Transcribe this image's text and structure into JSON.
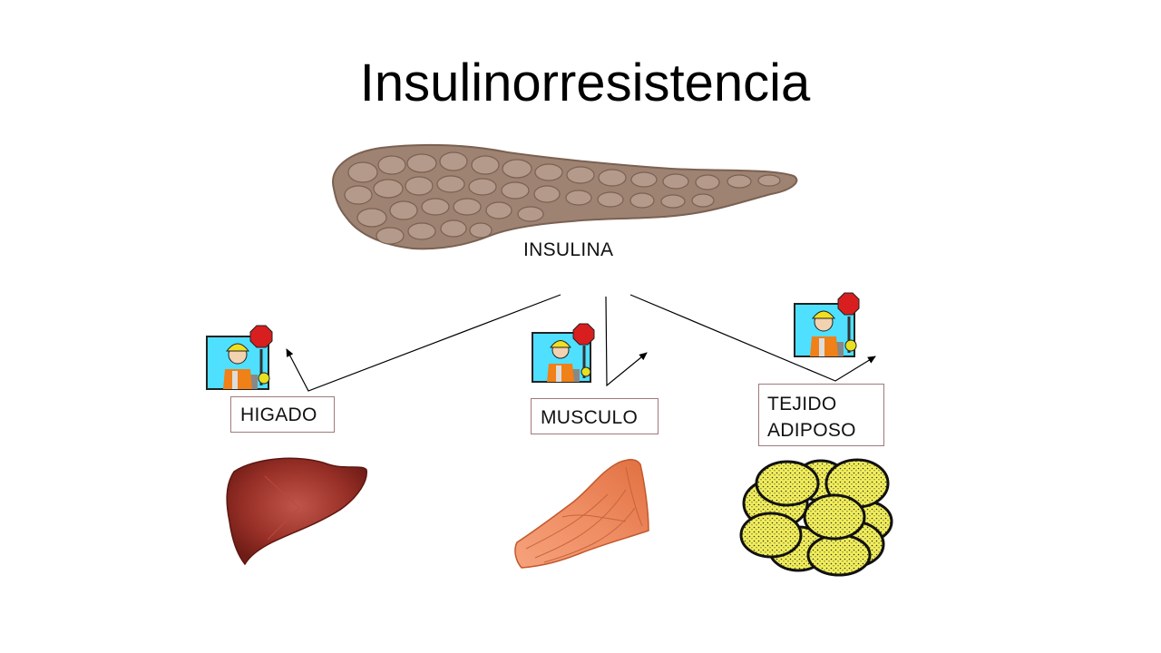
{
  "title": "Insulinorresistencia",
  "hormone_label": "INSULINA",
  "targets": [
    {
      "label": "HIGADO",
      "organ_icon": "liver-icon",
      "blocker_icon": "stop-sign-worker-icon"
    },
    {
      "label": "MUSCULO",
      "organ_icon": "muscle-icon",
      "blocker_icon": "stop-sign-worker-icon"
    },
    {
      "label_line1": "TEJIDO",
      "label_line2": "ADIPOSO",
      "organ_icon": "adipose-tissue-icon",
      "blocker_icon": "stop-sign-worker-icon"
    }
  ],
  "source_icon": "pancreas-icon",
  "colors": {
    "pancreas": "#9e8272",
    "liver": "#8e2a22",
    "muscle": "#ee8a5e",
    "fat": "#f2ef5a",
    "stop_sign": "#d81e1e",
    "worker_bg": "#4fe0ff"
  }
}
